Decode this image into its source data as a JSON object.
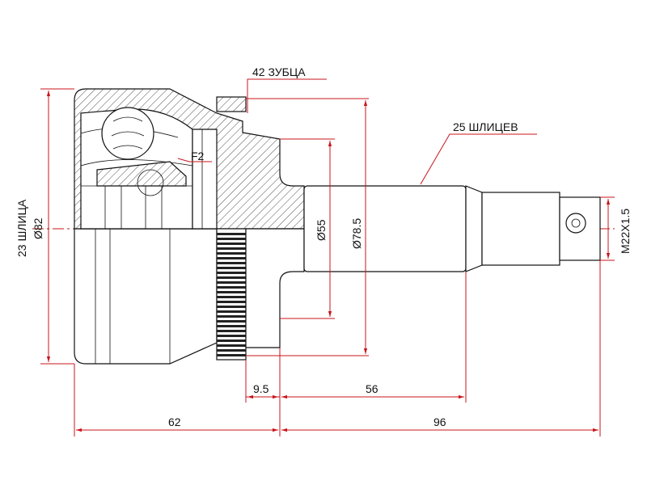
{
  "labels": {
    "teeth": "42 ЗУБЦА",
    "outer_splines": "25 ШЛИЦЕВ",
    "inner_splines": "23 ШЛИЦА",
    "outer_dia": "Ø82",
    "f2": "F2",
    "dia55": "Ø55",
    "dia785": "Ø78.5",
    "thread": "M22X1.5",
    "dim_95": "9.5",
    "dim_56": "56",
    "dim_62": "62",
    "dim_96": "96"
  },
  "colors": {
    "dimension": "#c9141b",
    "outline": "#111111"
  }
}
